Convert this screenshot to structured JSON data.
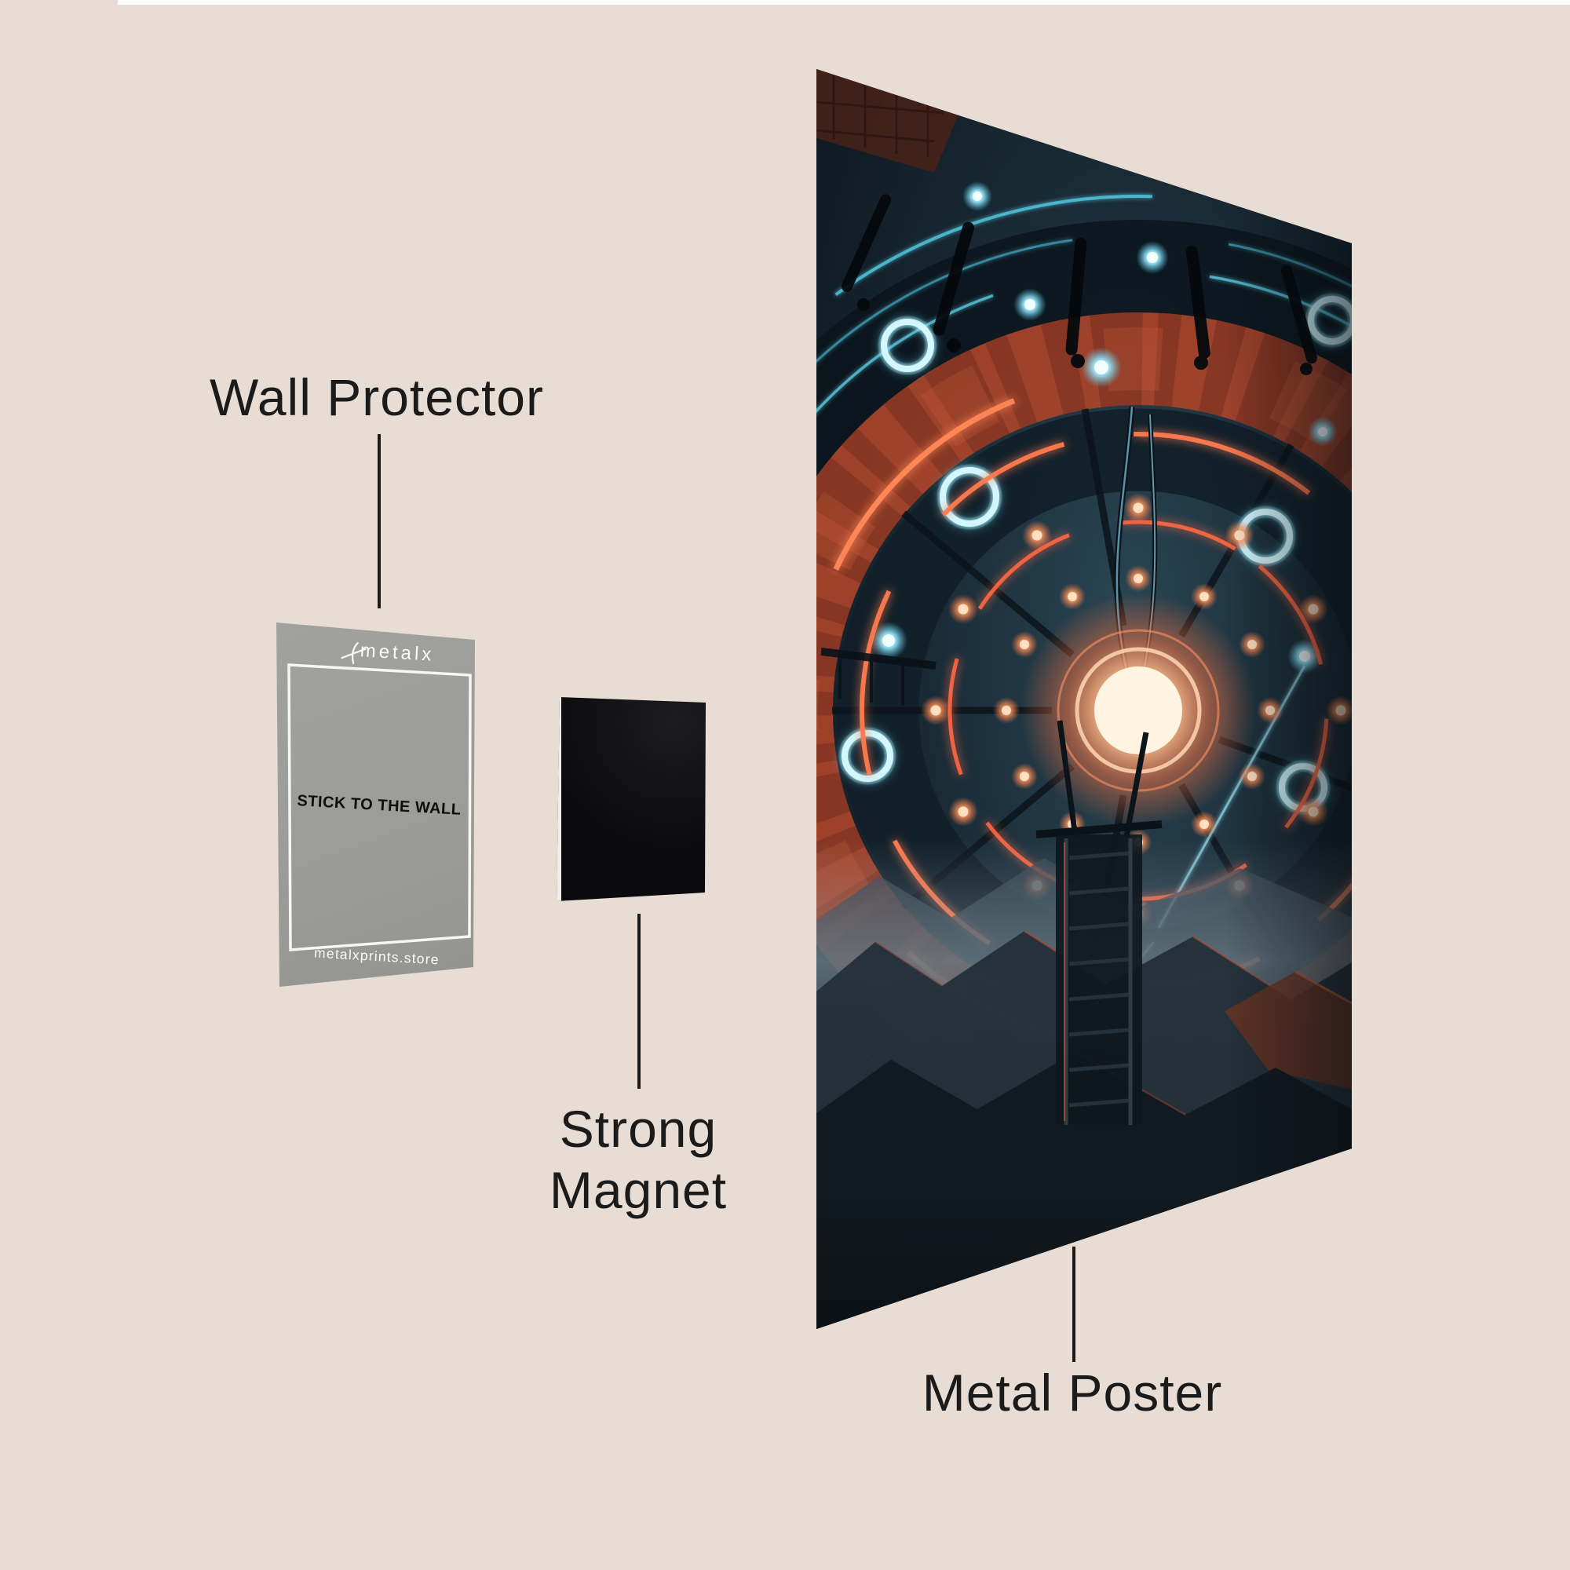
{
  "page": {
    "background_color": "#e8ddd4",
    "top_strip_color": "#ffffff"
  },
  "callouts": {
    "wall_protector": {
      "label": "Wall Protector"
    },
    "strong_magnet": {
      "line1": "Strong",
      "line2": "Magnet"
    },
    "metal_poster": {
      "label": "Metal Poster"
    }
  },
  "wall_protector_card": {
    "brand": "metalx",
    "message": "STICK TO THE WALL",
    "website": "metalxprints.store",
    "card_color": "#9c9c9a",
    "border_color": "#f7f6f3"
  },
  "magnet": {
    "color": "#0c0c0e",
    "edge_highlight": "#edece9"
  },
  "poster": {
    "colors": {
      "background": "#17242e",
      "rust_ring": "#a5432b",
      "neon_orange": "#ff7a4e",
      "neon_cyan": "#8feaff",
      "core_glow": "#fff3e2"
    }
  }
}
